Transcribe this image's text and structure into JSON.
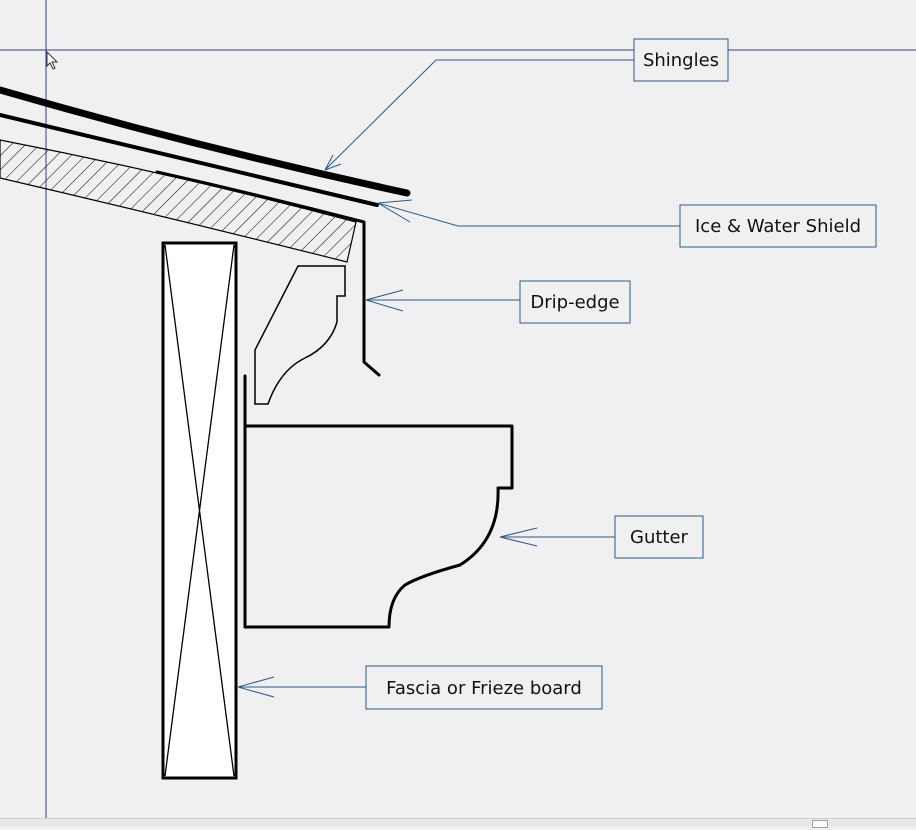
{
  "labels": {
    "shingles": "Shingles",
    "ice_water_shield": "Ice & Water Shield",
    "drip_edge": "Drip-edge",
    "gutter": "Gutter",
    "fascia": "Fascia or Frieze board"
  },
  "colors": {
    "background": "#f0f0f0",
    "leader": "#2a5a8c",
    "guide": "#2a3f9c",
    "line": "#000000"
  }
}
